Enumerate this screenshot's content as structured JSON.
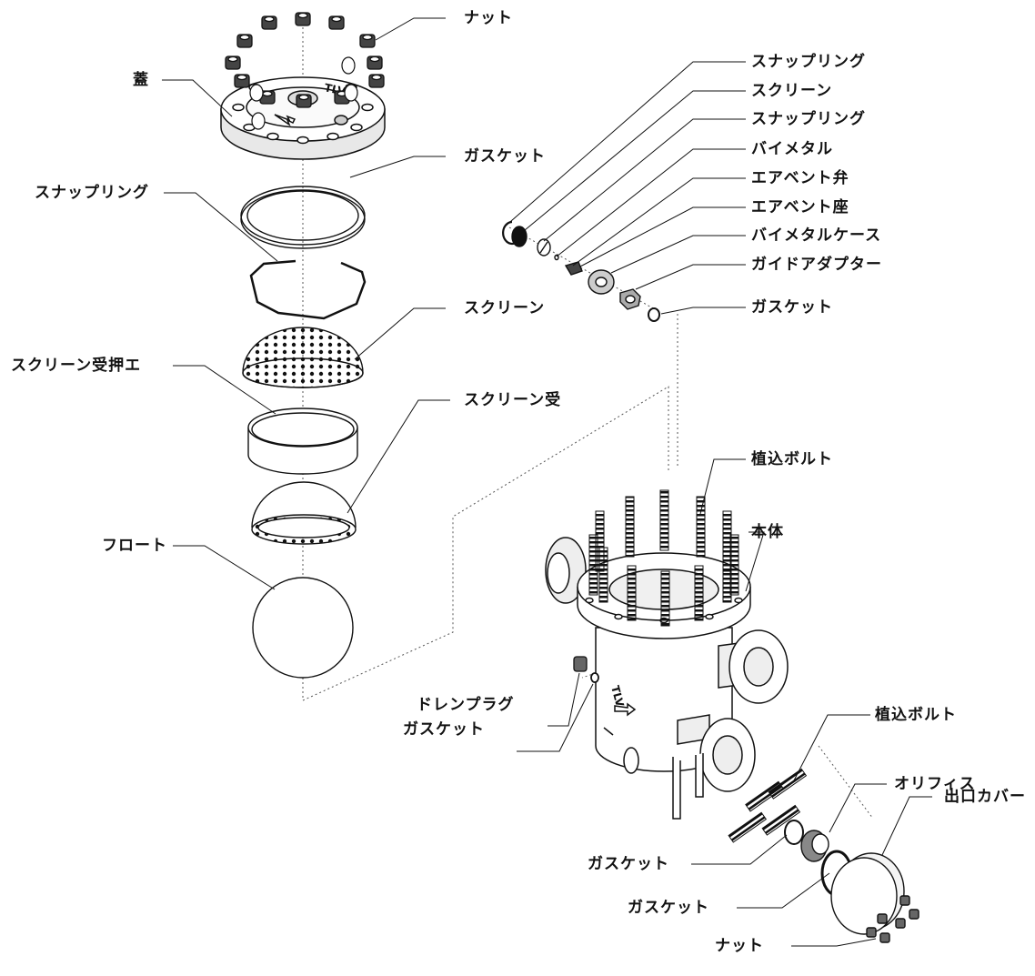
{
  "diagram": {
    "labels": {
      "nut_top": "ナット",
      "lid": "蓋",
      "gasket_lid": "ガスケット",
      "snap_ring_left": "スナップリング",
      "screen_left": "スクリーン",
      "screen_holder_presser": "スクリーン受押エ",
      "screen_holder": "スクリーン受",
      "float": "フロート",
      "snap_ring_1": "スナップリング",
      "screen_right": "スクリーン",
      "snap_ring_2": "スナップリング",
      "bimetal": "バイメタル",
      "air_vent_valve": "エアベント弁",
      "air_vent_seat": "エアベント座",
      "bimetal_case": "バイメタルケース",
      "guide_adapter": "ガイドアダプター",
      "gasket_adapter": "ガスケット",
      "stud_bolt_top": "植込ボルト",
      "body": "本体",
      "drain_plug": "ドレンプラグ",
      "gasket_drain": "ガスケット",
      "stud_bolt_outlet": "植込ボルト",
      "orifice": "オリフィス",
      "outlet_cover": "出口カバー",
      "gasket_outlet_1": "ガスケット",
      "gasket_outlet_2": "ガスケット",
      "nut_bottom": "ナット"
    },
    "marks": {
      "lid_logo": "TLV",
      "body_logo": "TLV"
    }
  }
}
